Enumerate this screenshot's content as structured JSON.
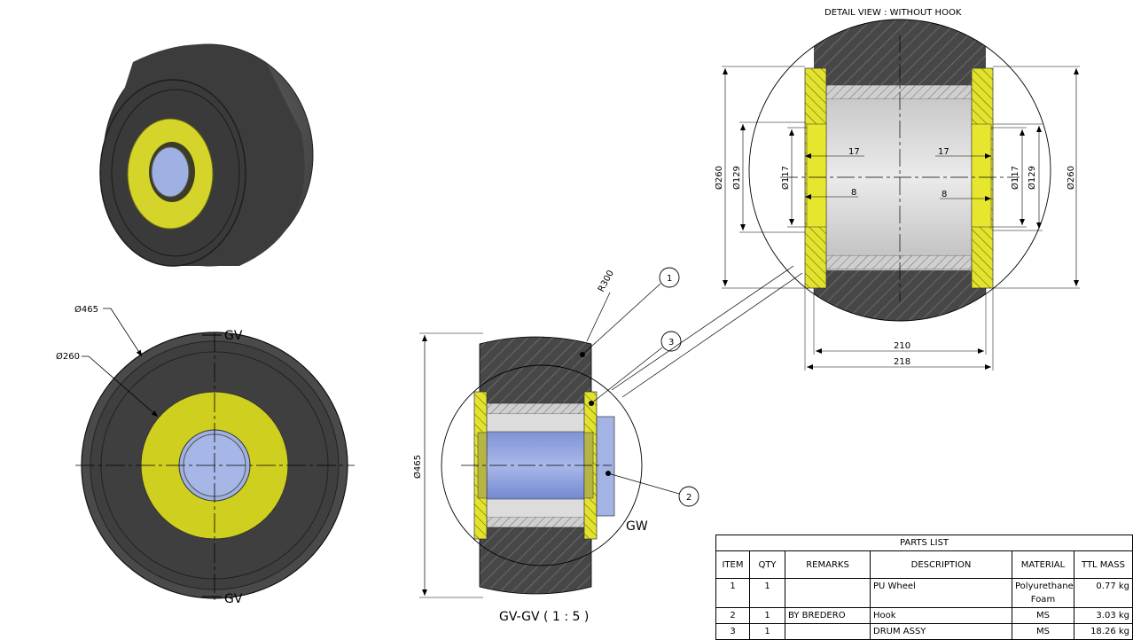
{
  "detail_view": {
    "title": "DETAIL VIEW : WITHOUT HOOK",
    "dims": {
      "d260_left": "Ø260",
      "d129_left": "Ø129",
      "d117_left": "Ø117",
      "d117_right": "Ø117",
      "d129_right": "Ø129",
      "d260_right": "Ø260",
      "len17_left": "17",
      "len17_right": "17",
      "len8_left": "8",
      "len8_right": "8",
      "len210": "210",
      "len218": "218"
    }
  },
  "front_view": {
    "dims": {
      "d465": "Ø465",
      "d260": "Ø260"
    },
    "section_label_top": "GV",
    "section_label_bottom": "GV"
  },
  "section_view": {
    "dims": {
      "d465": "Ø465",
      "r300": "R300"
    },
    "detail_label": "GW",
    "title": "GV-GV ( 1 : 5 )",
    "balloons": [
      "1",
      "2",
      "3"
    ]
  },
  "parts_list": {
    "title": "PARTS LIST",
    "headers": [
      "ITEM",
      "QTY",
      "REMARKS",
      "DESCRIPTION",
      "MATERIAL",
      "TTL MASS"
    ],
    "rows": [
      [
        "1",
        "1",
        "",
        "PU Wheel",
        "Polyurethane Foam",
        "0.77 kg"
      ],
      [
        "2",
        "1",
        "BY BREDERO",
        "Hook",
        "MS",
        "3.03 kg"
      ],
      [
        "3",
        "1",
        "",
        "DRUM ASSY",
        "MS",
        "18.26 kg"
      ]
    ]
  },
  "colors": {
    "tyre": "#4a4a4a",
    "tyre_dark": "#333333",
    "hub": "#d9d92a",
    "bore": "#9aaee0",
    "steel": "#c8c8c8",
    "hatch": "#3a3a3a"
  }
}
